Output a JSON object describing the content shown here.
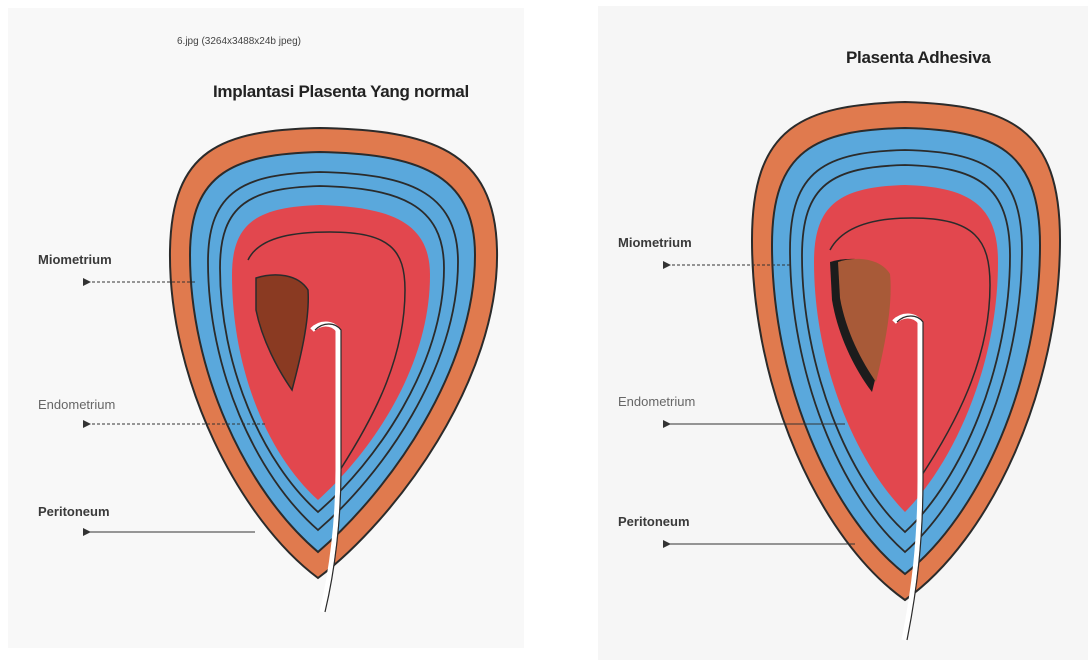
{
  "left": {
    "file_caption": "6.jpg (3264x3488x24b jpeg)",
    "title": "Implantasi Plasenta Yang normal",
    "labels": {
      "miometrium": "Miometrium",
      "endometrium": "Endometrium",
      "peritoneum": "Peritoneum"
    }
  },
  "right": {
    "title": "Plasenta Adhesiva",
    "labels": {
      "miometrium": "Miometrium",
      "endometrium": "Endometrium",
      "peritoneum": "Peritoneum"
    }
  },
  "colors": {
    "peritoneum_layer": "#e07a4e",
    "miometrium_layer": "#5aa8dc",
    "endometrium_layer": "#e2474e",
    "placenta": "#8a3a22",
    "outline": "#2b2b2b"
  }
}
